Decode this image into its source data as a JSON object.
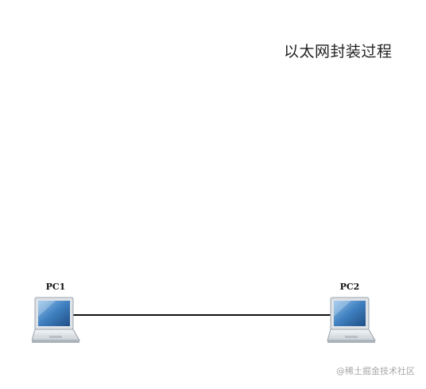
{
  "title": "以太网封装过程",
  "nodes": [
    {
      "id": "pc1",
      "label": "PC1",
      "icon": "laptop-icon"
    },
    {
      "id": "pc2",
      "label": "PC2",
      "icon": "laptop-icon"
    }
  ],
  "links": [
    {
      "from": "PC1",
      "to": "PC2"
    }
  ],
  "watermark": "@稀土掘金技术社区",
  "colors": {
    "link": "#111111",
    "screen": "#3f7fbf",
    "body": "#e8ecef"
  }
}
